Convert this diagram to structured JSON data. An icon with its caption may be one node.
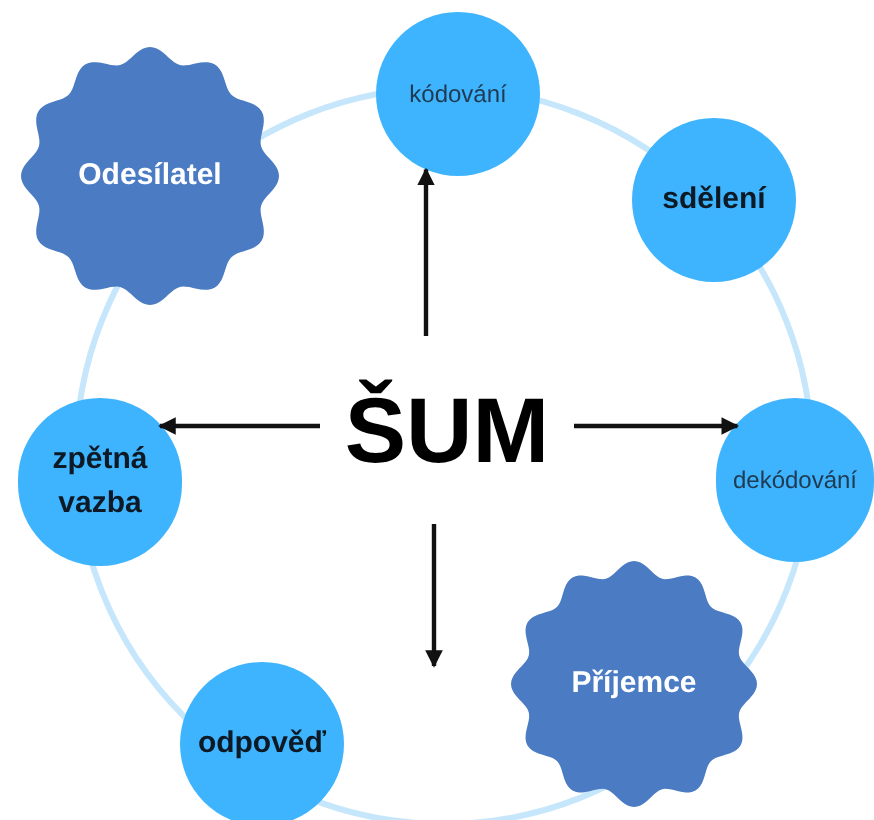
{
  "diagram": {
    "nodes": [
      {
        "text": [
          "Odesílatel"
        ]
      },
      {
        "text": [
          "kódování"
        ]
      },
      {
        "text": [
          "sdělení"
        ]
      },
      {
        "text": [
          "zpětná vazba"
        ]
      },
      {
        "text": [
          "ŠUM"
        ]
      },
      {
        "text": [
          "dekódování"
        ]
      },
      {
        "text": [
          "Příjemce"
        ]
      },
      {
        "text": [
          "odpověď"
        ]
      }
    ],
    "edges": [
      {
        "from": 4,
        "to": 1,
        "arrow": "to"
      },
      {
        "from": 4,
        "to": 3,
        "arrow": "to"
      },
      {
        "from": 4,
        "to": 5,
        "arrow": "to"
      },
      {
        "from": 4,
        "to": null,
        "arrow": "to"
      }
    ]
  }
}
